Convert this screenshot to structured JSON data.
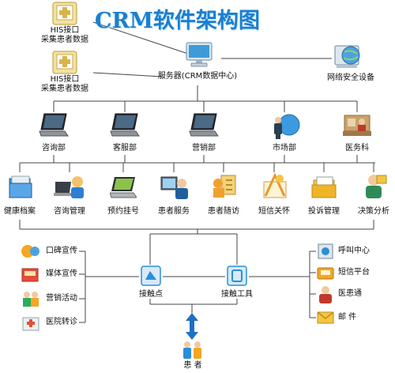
{
  "title": "CRM软件架构图",
  "his_nodes": [
    {
      "id": "his1",
      "badge": "HIS接口",
      "line1": "HIS接口",
      "line2": "采集患者数据"
    },
    {
      "id": "his2",
      "badge": "HIS接口",
      "line1": "HIS接口",
      "line2": "采集患者数据"
    }
  ],
  "server": {
    "label": "服务器(CRM数据中心)"
  },
  "security": {
    "label": "网络安全设备"
  },
  "departments": [
    "咨询部",
    "客服部",
    "营销部",
    "市场部",
    "医务科"
  ],
  "functions": [
    "健康档案",
    "咨询管理",
    "预约挂号",
    "患者服务",
    "患者随访",
    "短信关怀",
    "投诉管理",
    "决策分析"
  ],
  "left_channels": [
    "口碑宣传",
    "媒体宣传",
    "营销活动",
    "医院转诊"
  ],
  "right_channels": [
    "呼叫中心",
    "短信平台",
    "医患通",
    "邮 件"
  ],
  "contact_point": {
    "label": "接触点"
  },
  "contact_tool": {
    "label": "接触工具"
  },
  "patient": {
    "label": "患 者"
  },
  "colors": {
    "title": "#1a7fd1",
    "line": "#333333",
    "accent": "#2a8fd8"
  }
}
